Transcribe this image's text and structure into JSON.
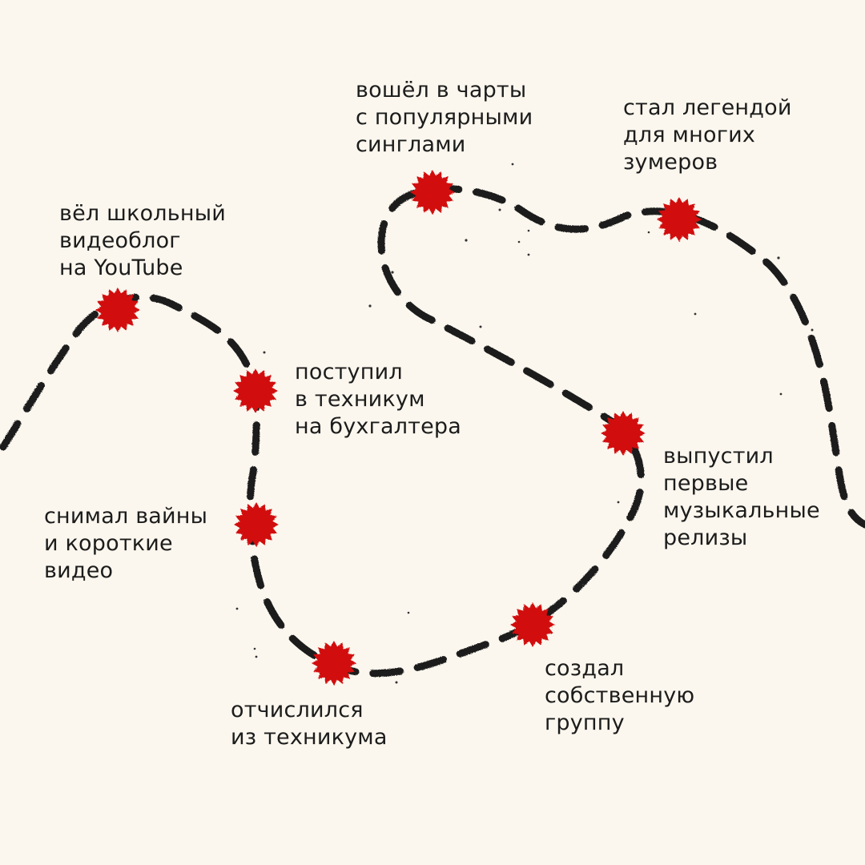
{
  "colors": {
    "background": "#fbf7ee",
    "path": "#1f1f1f",
    "marker": "#d10a11",
    "text": "#1c1c1c"
  },
  "marker_icon": "red-burst-star-icon",
  "milestones": [
    {
      "id": "youtube",
      "text": "вёл школьный\nвидеоблог\nна YouTube"
    },
    {
      "id": "technikum",
      "text": "поступил\nв техникум\nна бухгалтера"
    },
    {
      "id": "vines",
      "text": "снимал вайны\nи короткие\nвидео"
    },
    {
      "id": "expelled",
      "text": "отчислился\nиз техникума"
    },
    {
      "id": "band",
      "text": "создал\nсобственную\nгруппу"
    },
    {
      "id": "releases",
      "text": "выпустил\nпервые\nмузыкальные\nрелизы"
    },
    {
      "id": "charts",
      "text": "вошёл в чарты\nс популярными\nсинглами"
    },
    {
      "id": "legend",
      "text": "стал легендой\nдля многих\nзумеров"
    }
  ]
}
